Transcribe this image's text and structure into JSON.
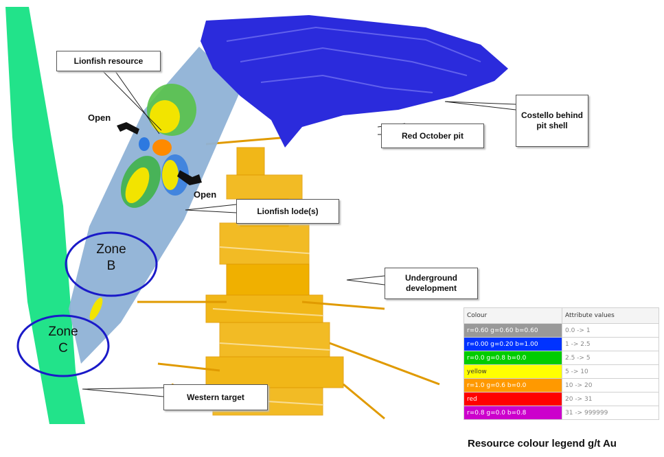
{
  "callouts": {
    "lionfish_resource": "Lionfish resource",
    "red_october_pit": "Red October pit",
    "costello": "Costello behind pit shell",
    "lionfish_lodes": "Lionfish lode(s)",
    "underground_development": "Underground development",
    "western_target": "Western target"
  },
  "open_labels": {
    "upper": "Open",
    "lower": "Open"
  },
  "zones": {
    "b": {
      "line1": "Zone",
      "line2": "B"
    },
    "c": {
      "line1": "Zone",
      "line2": "C"
    }
  },
  "legend": {
    "title": "Resource colour legend g/t Au",
    "col_colour": "Colour",
    "col_values": "Attribute values",
    "rows": [
      {
        "colour": "r=0.60 g=0.60 b=0.60",
        "value": "0.0 -> 1",
        "hex": "#999999"
      },
      {
        "colour": "r=0.00 g=0.20 b=1.00",
        "value": "1 -> 2.5",
        "hex": "#0033ff"
      },
      {
        "colour": "r=0.0 g=0.8 b=0.0",
        "value": "2.5 -> 5",
        "hex": "#00cc00"
      },
      {
        "colour": "yellow",
        "value": "5 -> 10",
        "hex": "#ffff00"
      },
      {
        "colour": "r=1.0 g=0.6 b=0.0",
        "value": "10 -> 20",
        "hex": "#ff9900"
      },
      {
        "colour": "red",
        "value": "20 -> 31",
        "hex": "#ff0000"
      },
      {
        "colour": "r=0.8 g=0.0 b=0.8",
        "value": "31 -> 999999",
        "hex": "#cc00cc"
      }
    ]
  },
  "colors": {
    "western_target": "#22e38a",
    "pit_shell": "#2b2bdc",
    "lode_plane": "#8fb2d6",
    "underground": "#f2b400",
    "zone_circle": "#1a1ac8"
  }
}
